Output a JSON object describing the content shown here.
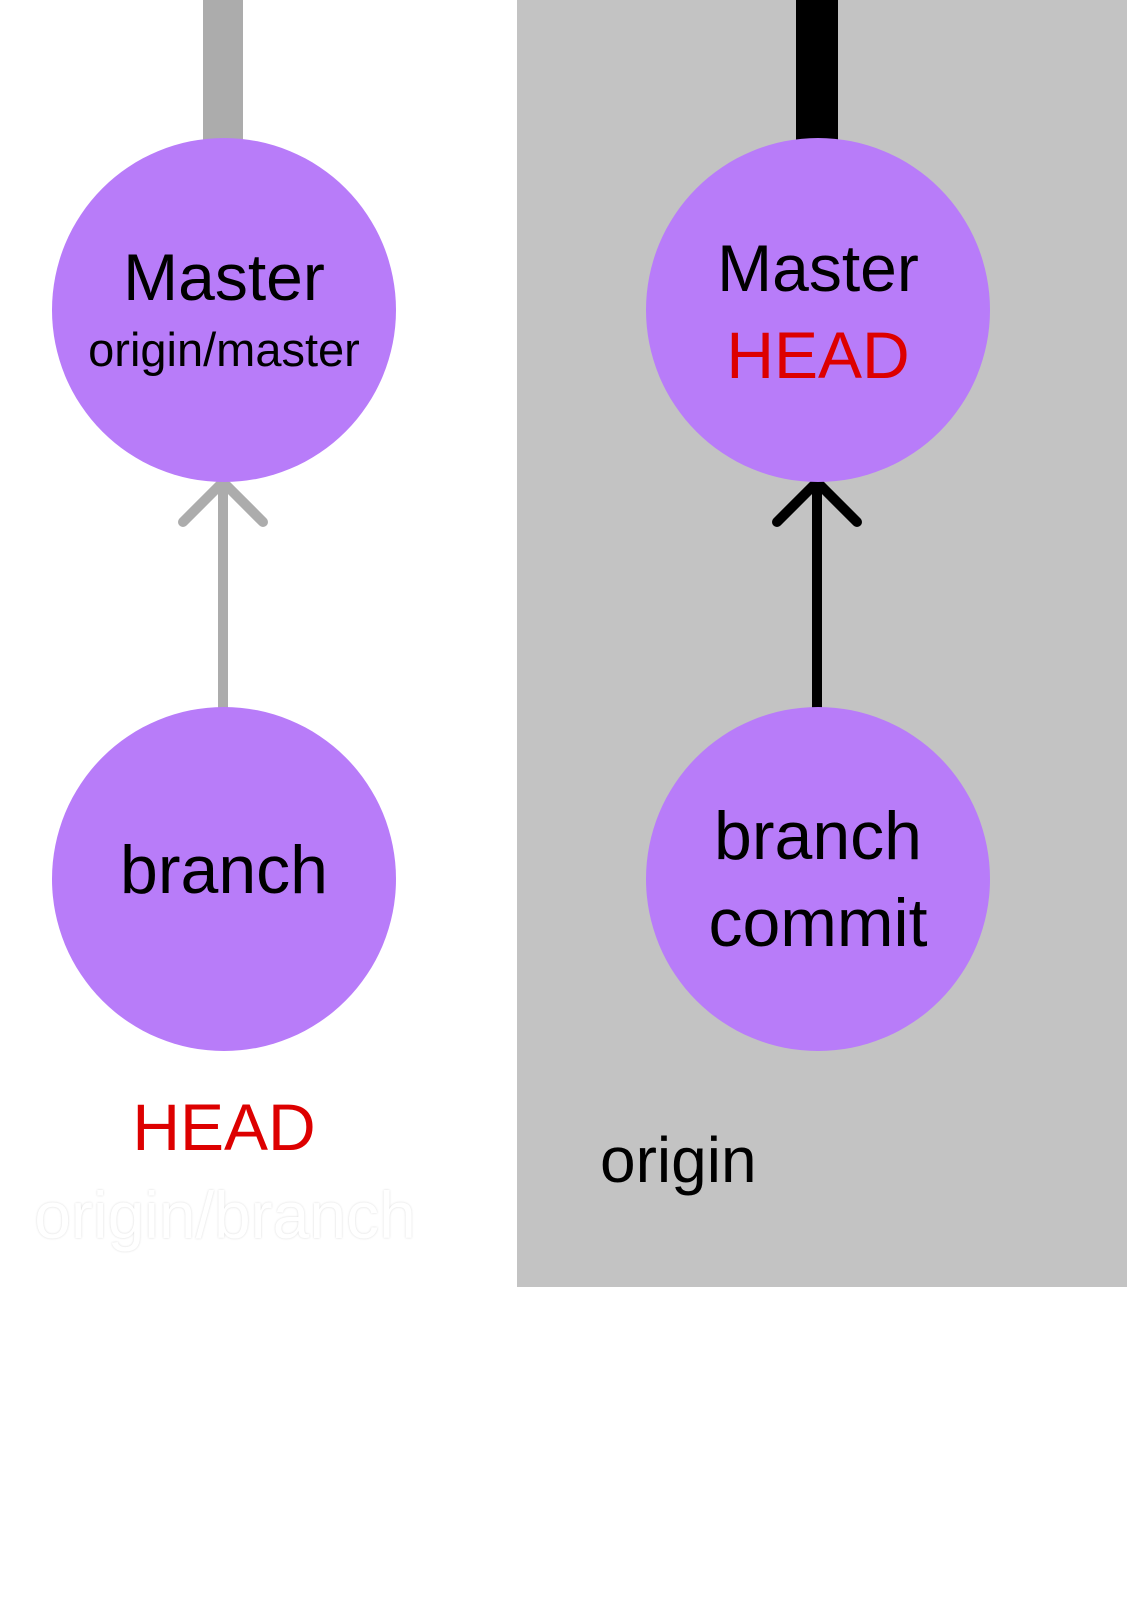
{
  "colors": {
    "node_fill": "#b87cf9",
    "local_link": "#acacac",
    "origin_link": "#000000",
    "origin_panel": "#c3c3c3",
    "head_text": "#dd0000",
    "background": "#ffffff"
  },
  "local": {
    "master_node": {
      "title": "Master",
      "subtitle": "origin/master"
    },
    "branch_node": {
      "title": "branch"
    },
    "head_label": "HEAD",
    "origin_branch_label": "origin/branch"
  },
  "origin": {
    "master_node": {
      "title": "Master",
      "subtitle": "HEAD"
    },
    "branch_node": {
      "title": "branch",
      "subtitle": "commit"
    },
    "panel_label": "origin"
  }
}
